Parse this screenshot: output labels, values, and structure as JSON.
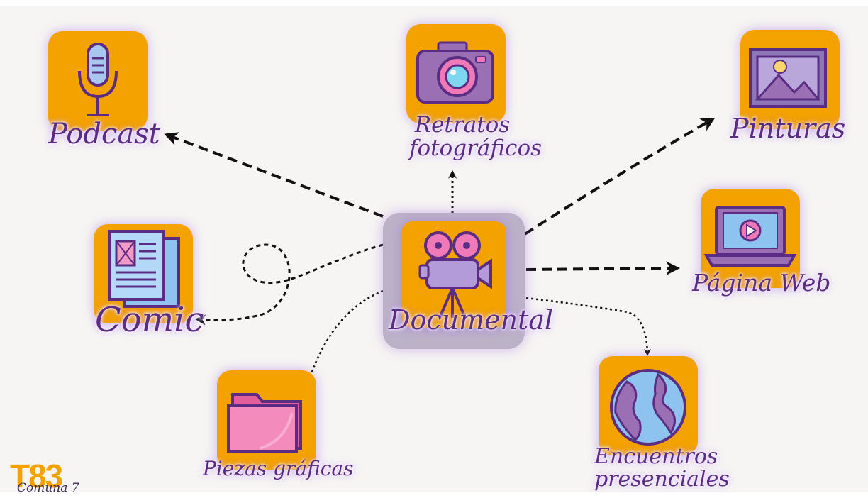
{
  "hub": {
    "label": "Documental",
    "icon": "film-camera-icon"
  },
  "nodes": {
    "podcast": {
      "label": "Podcast",
      "icon": "microphone-icon"
    },
    "retratos": {
      "label_line1": "Retratos",
      "label_line2": "fotográficos",
      "icon": "camera-icon"
    },
    "pinturas": {
      "label": "Pinturas",
      "icon": "picture-frame-icon"
    },
    "comic": {
      "label": "Comic",
      "icon": "document-pages-icon"
    },
    "pagina_web": {
      "label": "Página Web",
      "icon": "laptop-play-icon"
    },
    "piezas": {
      "label": "Piezas gráficas",
      "icon": "folder-icon"
    },
    "encuentros": {
      "label_line1": "Encuentros",
      "label_line2": "presenciales",
      "icon": "globe-icon"
    }
  },
  "brand": {
    "mark": "T83",
    "sub": "Comuna 7"
  },
  "colors": {
    "tile": "#f3a200",
    "hub_frame": "#bcb2c8",
    "label": "#5b2c83",
    "connector": "#111111",
    "background": "#f6f5f3"
  }
}
